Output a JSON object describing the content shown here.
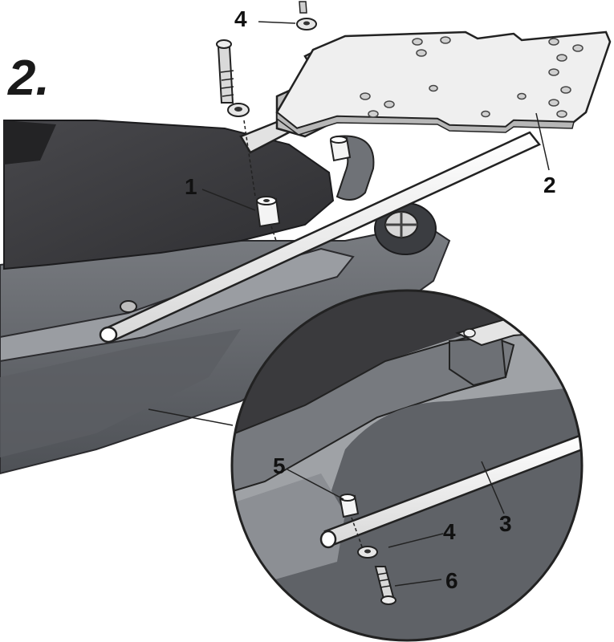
{
  "step": {
    "number": "2."
  },
  "callouts": {
    "spacer": "1",
    "rack_plate": "2",
    "washer_top": "4",
    "spacer_detail": "5",
    "tube_detail": "3",
    "washer_detail": "4",
    "bolt_detail": "6"
  },
  "colors": {
    "seat": "#3a3a3d",
    "body_panel": "#6b6e73",
    "frame": "#8c8f94",
    "rack_metal": "#e9e9e9",
    "outline": "#222222"
  }
}
